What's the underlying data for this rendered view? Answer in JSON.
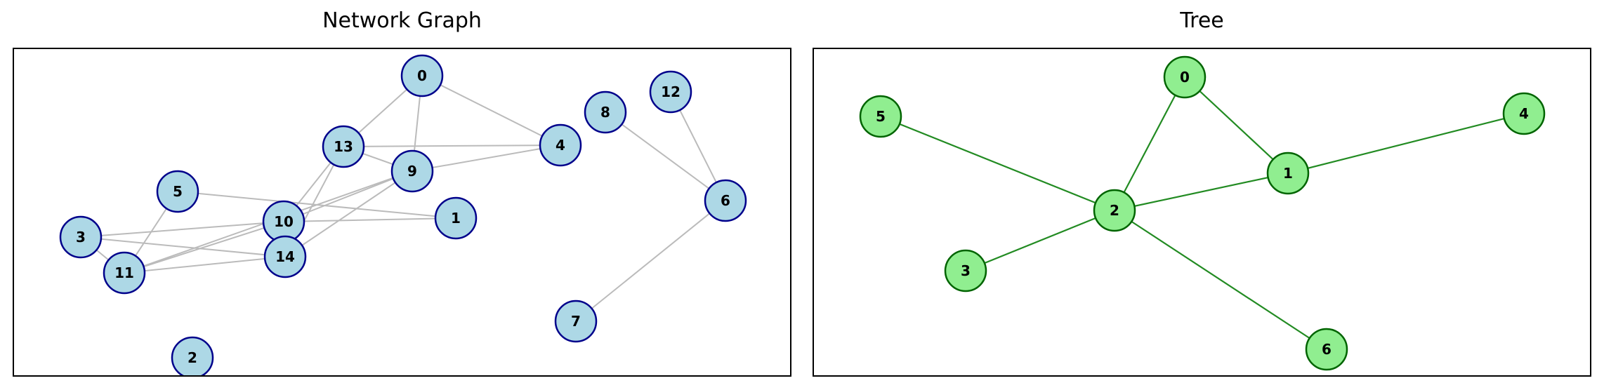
{
  "network": {
    "title": "Network Graph",
    "node_fill": "#add8e6",
    "node_stroke": "#00008b",
    "edge_color": "#bbbbbb",
    "nodes": [
      {
        "id": "0"
      },
      {
        "id": "1"
      },
      {
        "id": "2"
      },
      {
        "id": "3"
      },
      {
        "id": "4"
      },
      {
        "id": "5"
      },
      {
        "id": "6"
      },
      {
        "id": "7"
      },
      {
        "id": "8"
      },
      {
        "id": "9"
      },
      {
        "id": "10"
      },
      {
        "id": "11"
      },
      {
        "id": "12"
      },
      {
        "id": "13"
      },
      {
        "id": "14"
      }
    ],
    "edges": [
      [
        "0",
        "13"
      ],
      [
        "0",
        "9"
      ],
      [
        "0",
        "4"
      ],
      [
        "13",
        "4"
      ],
      [
        "13",
        "9"
      ],
      [
        "13",
        "10"
      ],
      [
        "13",
        "14"
      ],
      [
        "9",
        "4"
      ],
      [
        "9",
        "10"
      ],
      [
        "9",
        "14"
      ],
      [
        "9",
        "11"
      ],
      [
        "8",
        "6"
      ],
      [
        "12",
        "6"
      ],
      [
        "6",
        "7"
      ],
      [
        "5",
        "1"
      ],
      [
        "5",
        "11"
      ],
      [
        "3",
        "10"
      ],
      [
        "3",
        "14"
      ],
      [
        "3",
        "11"
      ],
      [
        "10",
        "1"
      ],
      [
        "10",
        "14"
      ],
      [
        "10",
        "11"
      ],
      [
        "11",
        "14"
      ]
    ]
  },
  "tree": {
    "title": "Tree",
    "node_fill": "#90ee90",
    "node_stroke": "#006400",
    "edge_color": "#228b22",
    "nodes": [
      {
        "id": "0"
      },
      {
        "id": "1"
      },
      {
        "id": "2"
      },
      {
        "id": "3"
      },
      {
        "id": "4"
      },
      {
        "id": "5"
      },
      {
        "id": "6"
      }
    ],
    "edges": [
      [
        "0",
        "1"
      ],
      [
        "0",
        "2"
      ],
      [
        "1",
        "4"
      ],
      [
        "1",
        "2"
      ],
      [
        "2",
        "5"
      ],
      [
        "2",
        "3"
      ],
      [
        "2",
        "6"
      ]
    ]
  }
}
